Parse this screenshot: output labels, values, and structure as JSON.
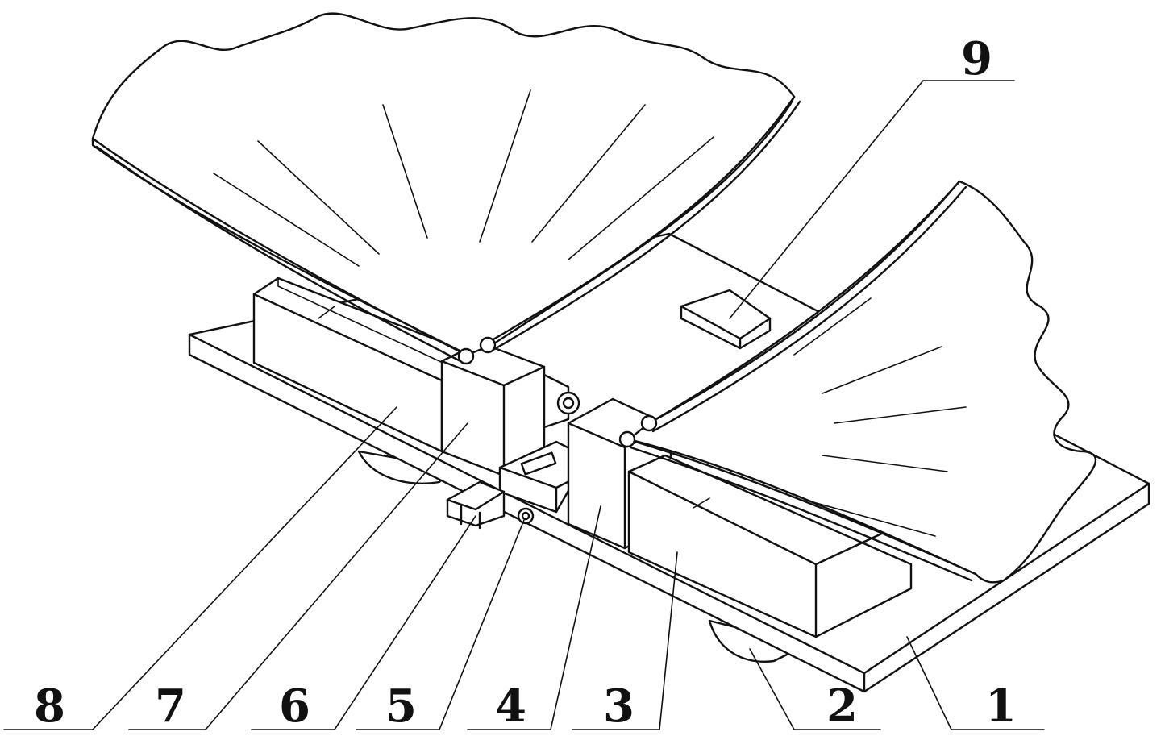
{
  "diagram": {
    "parts": [
      {
        "id": "1",
        "label": "1"
      },
      {
        "id": "2",
        "label": "2"
      },
      {
        "id": "3",
        "label": "3"
      },
      {
        "id": "4",
        "label": "4"
      },
      {
        "id": "5",
        "label": "5"
      },
      {
        "id": "6",
        "label": "6"
      },
      {
        "id": "7",
        "label": "7"
      },
      {
        "id": "8",
        "label": "8"
      },
      {
        "id": "9",
        "label": "9"
      }
    ]
  }
}
